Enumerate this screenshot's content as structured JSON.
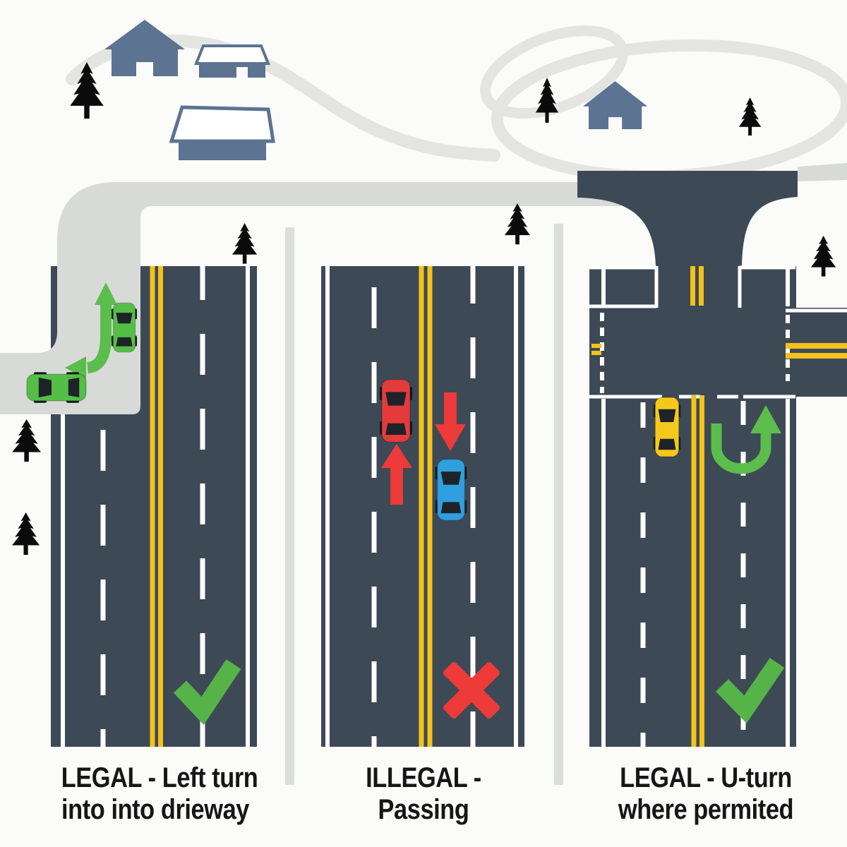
{
  "captions": {
    "panel1_line1": "LEGAL - Left turn",
    "panel1_line2": "into into drieway",
    "panel2_line1": "ILLEGAL -",
    "panel2_line2": "Passing",
    "panel3_line1": "LEGAL - U-turn",
    "panel3_line2": "where permited"
  },
  "panels": [
    {
      "id": "legal-left-turn-into-driveway",
      "verdict": "legal",
      "mark": "check"
    },
    {
      "id": "illegal-passing",
      "verdict": "illegal",
      "mark": "x"
    },
    {
      "id": "legal-u-turn-where-permitted",
      "verdict": "legal",
      "mark": "check"
    }
  ],
  "colors": {
    "background": "#FBFBFA",
    "road_dark": "#3E4956",
    "light_road": "#D8DAD8",
    "loop_road": "#E4E5E2",
    "divider": "#DCDEDD",
    "lane_yellow": "#F2C21D",
    "lane_white": "#FFFFFF",
    "green": "#5BBD4B",
    "check_green": "#55B348",
    "red": "#EC3B38",
    "car_green": "#54BE47",
    "car_red": "#E33B3B",
    "car_blue": "#2F9FDE",
    "car_yellow": "#F4C91C",
    "house": "#5C7392",
    "tree": "#0B0B0B",
    "text": "#161616"
  }
}
